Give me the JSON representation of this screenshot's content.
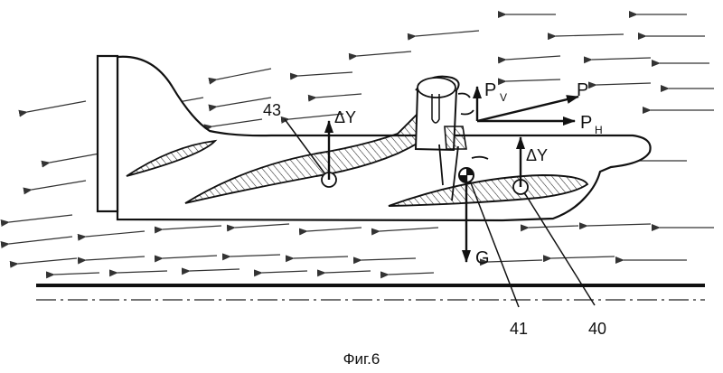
{
  "figure": {
    "caption": "Фиг.6",
    "labels": {
      "delta_y_rear": "ΔY",
      "delta_y_front": "ΔY",
      "thrust": "P",
      "thrust_vertical": "P",
      "thrust_vertical_sub": "V",
      "thrust_horizontal": "P",
      "thrust_horizontal_sub": "H",
      "gravity": "G"
    },
    "callouts": {
      "rear_wing_center": "43",
      "center_of_mass": "41",
      "front_wing_center": "40"
    }
  }
}
